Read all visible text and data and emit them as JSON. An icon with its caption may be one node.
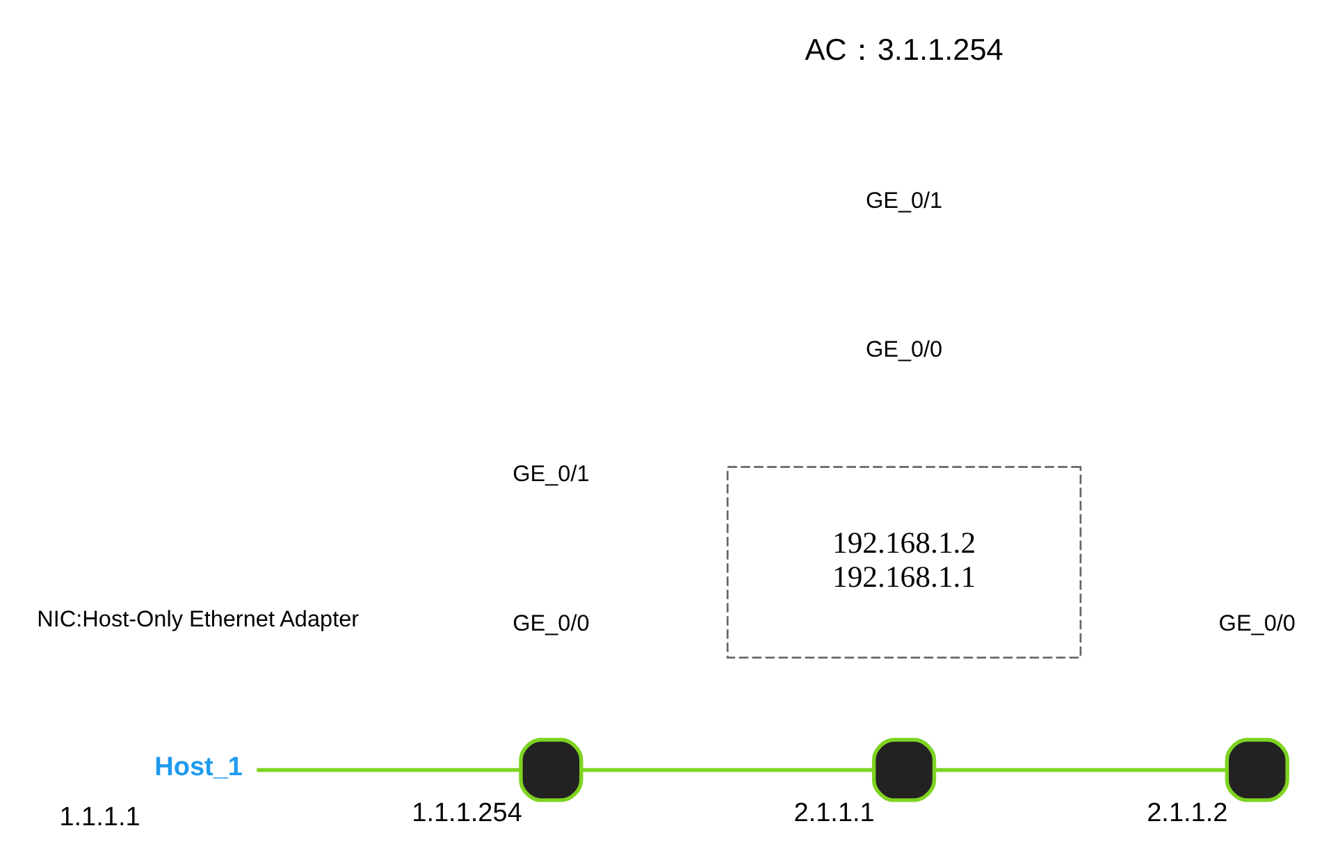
{
  "diagram": {
    "nodes": [
      {
        "text": [
          "Host_1"
        ],
        "beside": [
          "1.1.1.1"
        ]
      },
      {
        "text": [
          "192.168.1.2",
          "192.168.1.1"
        ]
      },
      {
        "text": [],
        "shape": "box",
        "beside": [
          "1.1.1.254"
        ]
      },
      {
        "text": [],
        "shape": "box",
        "beside": [
          "2.1.1.1"
        ]
      },
      {
        "text": [],
        "shape": "box",
        "beside": [
          "2.1.1.2"
        ]
      }
    ],
    "edges": [
      {
        "from": 0,
        "to": 2,
        "arrow": "none"
      },
      {
        "from": 2,
        "to": 3,
        "arrow": "none"
      },
      {
        "from": 3,
        "to": 4,
        "arrow": "none"
      }
    ],
    "labels": [
      "NIC:Host-Only Ethernet Adapter",
      "GE_0/0",
      "GE_0/1",
      "GE_0/0",
      "GE_0/1",
      "GE_0/0",
      "AC：3.1.1.254"
    ]
  }
}
